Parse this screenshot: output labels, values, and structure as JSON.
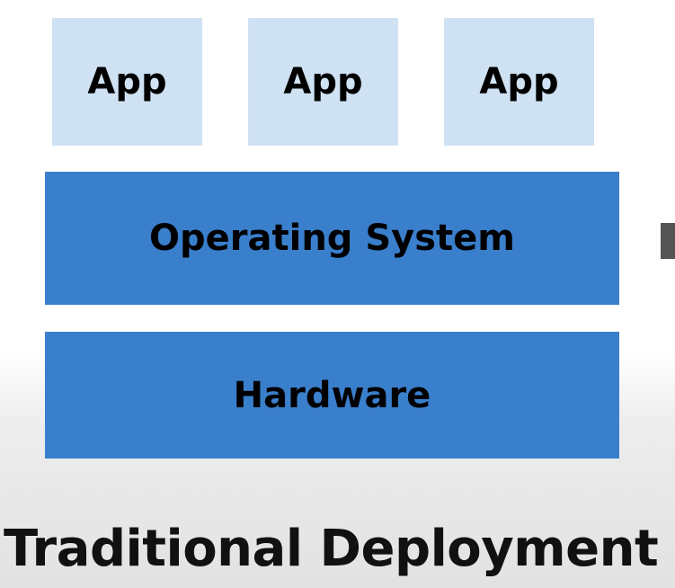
{
  "colors": {
    "app_fill": "#cfe2f3",
    "layer_fill": "#3a7fcc",
    "arrow_stub": "#555555"
  },
  "diagram": {
    "apps": [
      "App",
      "App",
      "App"
    ],
    "operating_system": "Operating System",
    "hardware": "Hardware",
    "caption": "Traditional Deployment"
  }
}
